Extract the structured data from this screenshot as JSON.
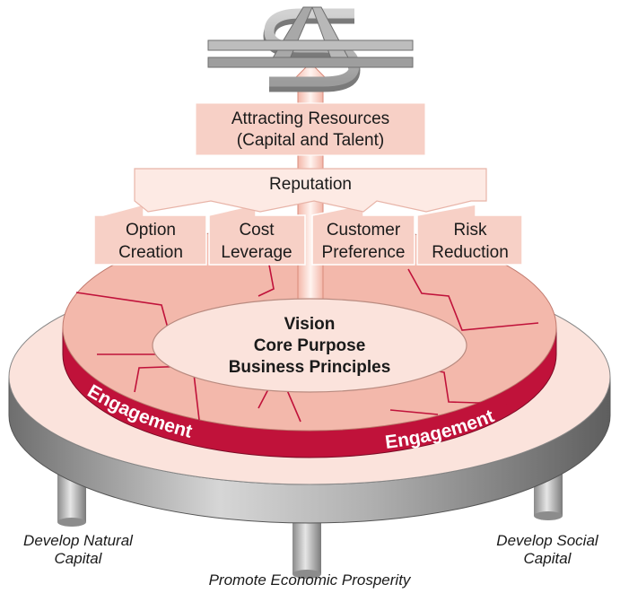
{
  "top_symbol": "dollar-sign",
  "resources": {
    "line1": "Attracting Resources",
    "line2": "(Capital and Talent)"
  },
  "reputation": "Reputation",
  "drivers": [
    {
      "line1": "Option",
      "line2": "Creation"
    },
    {
      "line1": "Cost",
      "line2": "Leverage"
    },
    {
      "line1": "Customer",
      "line2": "Preference"
    },
    {
      "line1": "Risk",
      "line2": "Reduction"
    }
  ],
  "core": {
    "line1": "Vision",
    "line2": "Core Purpose",
    "line3": "Business Principles"
  },
  "engagement_left": "Engagement",
  "engagement_right": "Engagement",
  "pillars": {
    "left": {
      "line1": "Develop Natural",
      "line2": "Capital"
    },
    "center": "Promote Economic Prosperity",
    "right": {
      "line1": "Develop Social",
      "line2": "Capital"
    }
  },
  "colors": {
    "fill": "#f6c9bf",
    "fill_light": "#fbe3dc",
    "band": "#c0123a",
    "grey": "#9a9a9a"
  }
}
